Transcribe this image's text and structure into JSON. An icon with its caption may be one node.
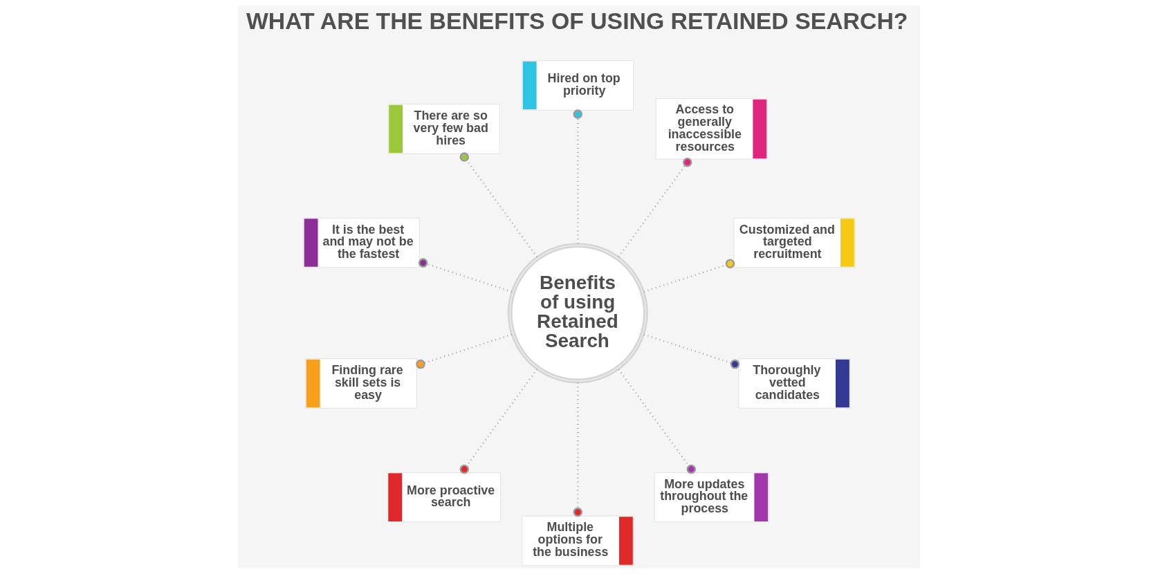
{
  "diagram": {
    "title": "WHAT ARE THE BENEFITS OF USING RETAINED SEARCH?",
    "nodes": [
      {
        "text": [
          "Benefits of using Retained Search"
        ]
      },
      {
        "text": [
          "Hired on top priority"
        ]
      },
      {
        "text": [
          "There are so very few bad hires"
        ]
      },
      {
        "text": [
          "It is the best and may not be the fastest"
        ]
      },
      {
        "text": [
          "Finding rare skill sets is easy"
        ]
      },
      {
        "text": [
          "More proactive search"
        ]
      },
      {
        "text": [
          "Access to generally inaccessible resources"
        ]
      },
      {
        "text": [
          "Customized and targeted recruitment"
        ]
      },
      {
        "text": [
          "Thoroughly vetted candidates"
        ]
      },
      {
        "text": [
          "More updates throughout the process"
        ]
      },
      {
        "text": [
          "Multiple options for the business"
        ]
      }
    ],
    "edges": [
      {
        "from": 0,
        "to": 1,
        "arrow": "other",
        "style": "dashed"
      },
      {
        "from": 0,
        "to": 2,
        "arrow": "other",
        "style": "dashed"
      },
      {
        "from": 0,
        "to": 3,
        "arrow": "other",
        "style": "dashed"
      },
      {
        "from": 0,
        "to": 4,
        "arrow": "other",
        "style": "dashed"
      },
      {
        "from": 0,
        "to": 5,
        "arrow": "other",
        "style": "dashed"
      },
      {
        "from": 0,
        "to": 6,
        "arrow": "other",
        "style": "dashed"
      },
      {
        "from": 0,
        "to": 7,
        "arrow": "other",
        "style": "dashed"
      },
      {
        "from": 0,
        "to": 8,
        "arrow": "other",
        "style": "dashed"
      },
      {
        "from": 0,
        "to": 9,
        "arrow": "other",
        "style": "dashed"
      },
      {
        "from": 0,
        "to": 10,
        "arrow": "other",
        "style": "dashed"
      }
    ]
  }
}
